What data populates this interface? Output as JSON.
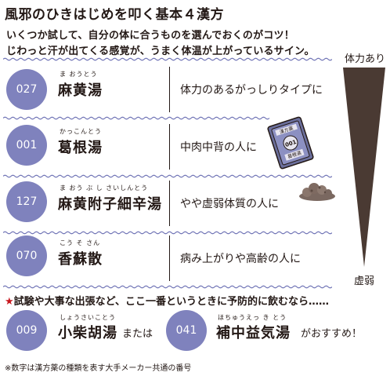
{
  "title": "風邪のひきはじめを叩く基本４漢方",
  "intro": [
    "いくつか試して、自分の体に合うものを選んでおくのがコツ！",
    "じわっと汗が出てくる感覚が、うまく体温が上がっているサイン。"
  ],
  "scale": {
    "top_label": "体力あり",
    "bottom_label": "虚弱"
  },
  "remedies": [
    {
      "number": "027",
      "reading": "ま おうとう",
      "name": "麻黄湯",
      "description": "体力のあるがっしりタイプに"
    },
    {
      "number": "001",
      "reading": "かっこんとう",
      "name": "葛根湯",
      "description": "中肉中背の人に"
    },
    {
      "number": "127",
      "reading": "ま おう ぶ し さいしんとう",
      "name": "麻黄附子細辛湯",
      "description": "やや虚弱体質の人に"
    },
    {
      "number": "070",
      "reading": "こう そ さん",
      "name": "香蘇散",
      "description": "病み上がりや高齢の人に"
    }
  ],
  "packet": {
    "header": "漢方薬",
    "number": "001",
    "name": "葛根湯"
  },
  "recommend": {
    "star": "★",
    "lead": "試験や大事な出張など、ここ一番というときに予防的に飲むなら……",
    "first": {
      "number": "009",
      "reading": "しょうさいことう",
      "name": "小柴胡湯"
    },
    "connector": "または",
    "second": {
      "number": "041",
      "reading": "ほちゅうえっ き とう",
      "name": "補中益気湯"
    },
    "closing": "がおすすめ！"
  },
  "footnote": "※数字は漢方薬の種類を表す大手メーカー共通の番号",
  "colors": {
    "badge": "#7f82bd",
    "star": "#c8161d",
    "wavy": "#6f73b5",
    "triangle": "#4a3a33"
  }
}
